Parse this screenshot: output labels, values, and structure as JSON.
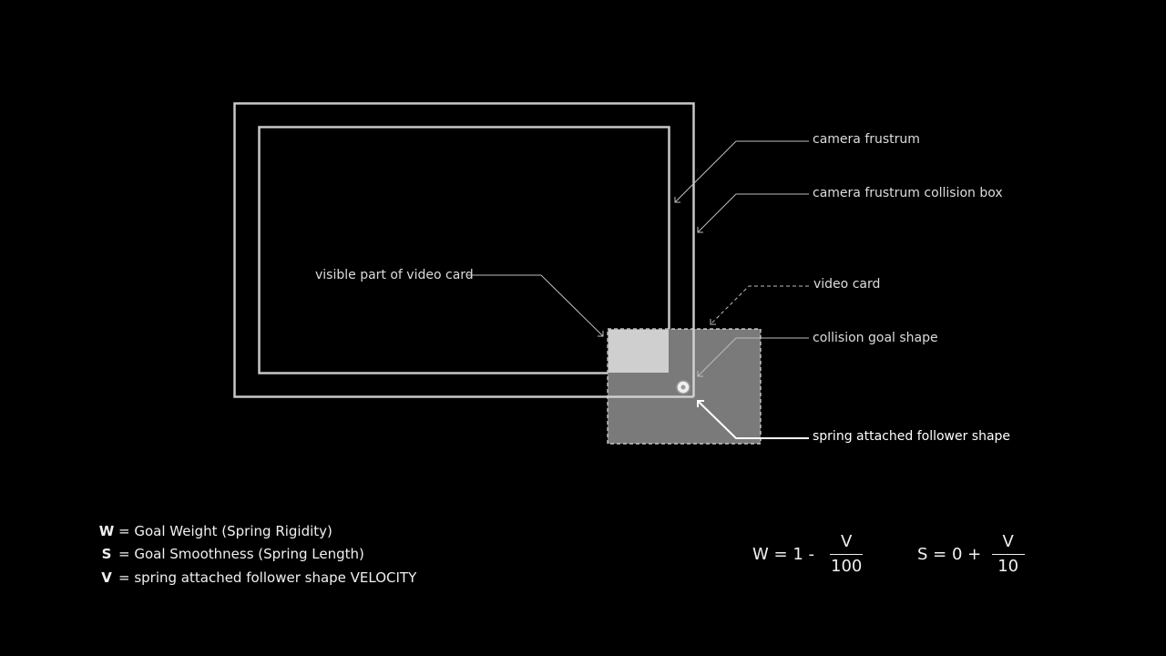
{
  "labels": {
    "camera_frustrum": "camera frustrum",
    "collision_box": "camera frustrum collision box",
    "video_card": "video card",
    "collision_goal": "collision goal shape",
    "follower": "spring attached follower shape",
    "visible_part": "visible part of video card"
  },
  "legend": [
    {
      "symbol": "W",
      "text": "=  Goal Weight (Spring Rigidity)"
    },
    {
      "symbol": "S",
      "text": "= Goal Smoothness (Spring Length)"
    },
    {
      "symbol": "V",
      "text": "= spring attached follower shape VELOCITY"
    }
  ],
  "formulas": {
    "w": {
      "lhs": "W = 1 -",
      "numerator": "V",
      "denominator": "100"
    },
    "s": {
      "lhs": "S = 0 +",
      "numerator": "V",
      "denominator": "10"
    }
  },
  "colors": {
    "background": "#000000",
    "frame": "#c8c8c8",
    "video_card": "#7a7a7a",
    "visible_part": "#cfcfcf"
  }
}
